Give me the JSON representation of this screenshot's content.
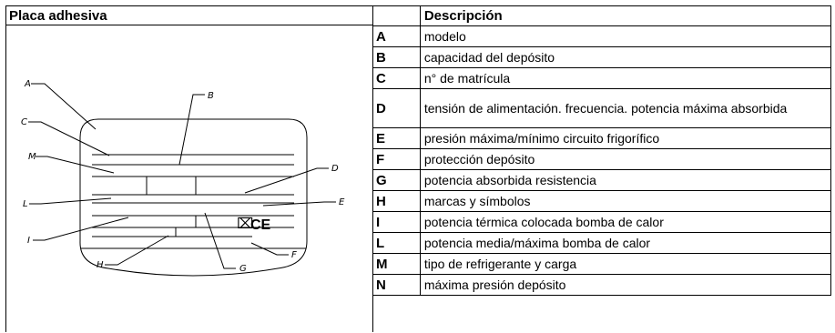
{
  "left_header": "Placa adhesiva",
  "right_header": "Descripción",
  "callout_labels": [
    "A",
    "B",
    "C",
    "D",
    "M",
    "L",
    "E",
    "I",
    "H",
    "F",
    "G"
  ],
  "marks": {
    "weee": "⌧",
    "ce": "CE"
  },
  "rows": [
    {
      "letter": "A",
      "text": "modelo"
    },
    {
      "letter": "B",
      "text": "capacidad del depósito"
    },
    {
      "letter": "C",
      "text": "n° de matrícula"
    },
    {
      "letter": "D",
      "text": "tensión de alimentación. frecuencia. potencia máxima absorbida"
    },
    {
      "letter": "E",
      "text": "presión máxima/mínimo circuito frigorífico"
    },
    {
      "letter": "F",
      "text": "protección depósito"
    },
    {
      "letter": "G",
      "text": "potencia absorbida resistencia"
    },
    {
      "letter": "H",
      "text": "marcas y símbolos"
    },
    {
      "letter": "I",
      "text": "potencia térmica colocada bomba de calor"
    },
    {
      "letter": "L",
      "text": "potencia media/máxima bomba de calor"
    },
    {
      "letter": "M",
      "text": "tipo de refrigerante y carga"
    },
    {
      "letter": "N",
      "text": "máxima presión depósito"
    }
  ]
}
